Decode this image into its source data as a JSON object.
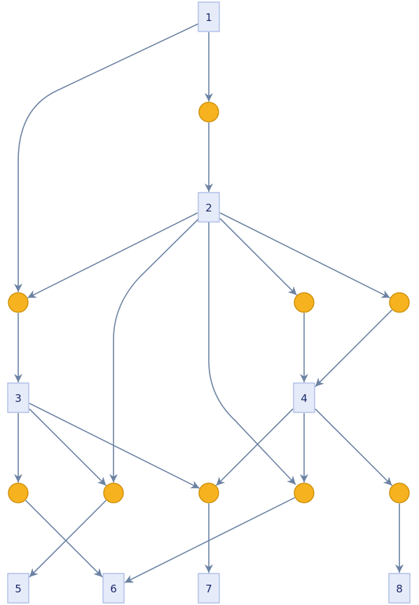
{
  "nodes": [
    {
      "id": "n1",
      "label": "1"
    },
    {
      "id": "n2",
      "label": "2"
    },
    {
      "id": "n3",
      "label": "3"
    },
    {
      "id": "n4",
      "label": "4"
    },
    {
      "id": "n5",
      "label": "5"
    },
    {
      "id": "n6",
      "label": "6"
    },
    {
      "id": "n7",
      "label": "7"
    },
    {
      "id": "n8",
      "label": "8"
    }
  ],
  "junctions": [
    "j1",
    "j2",
    "j3",
    "j4",
    "j5",
    "j6",
    "j7",
    "j8",
    "j9"
  ],
  "edges": [
    [
      "n1",
      "j1"
    ],
    [
      "n1",
      "j2"
    ],
    [
      "j1",
      "n2"
    ],
    [
      "n2",
      "j2"
    ],
    [
      "n2",
      "j6"
    ],
    [
      "n2",
      "j8"
    ],
    [
      "n2",
      "j3"
    ],
    [
      "n2",
      "j4"
    ],
    [
      "j2",
      "n3"
    ],
    [
      "j3",
      "n4"
    ],
    [
      "j4",
      "n4"
    ],
    [
      "n3",
      "j5"
    ],
    [
      "n3",
      "j6"
    ],
    [
      "n3",
      "j7"
    ],
    [
      "n4",
      "j7"
    ],
    [
      "n4",
      "j8"
    ],
    [
      "n4",
      "j9"
    ],
    [
      "j5",
      "n6"
    ],
    [
      "j6",
      "n5"
    ],
    [
      "j7",
      "n7"
    ],
    [
      "j8",
      "n6"
    ],
    [
      "j9",
      "n8"
    ]
  ],
  "colors": {
    "edge": "#6b82a3",
    "box_fill": "#e6ebf9",
    "box_stroke": "#a9b9e6",
    "dot_fill": "#f7b21f",
    "dot_stroke": "#c98a00",
    "label": "#1a2a6b"
  }
}
